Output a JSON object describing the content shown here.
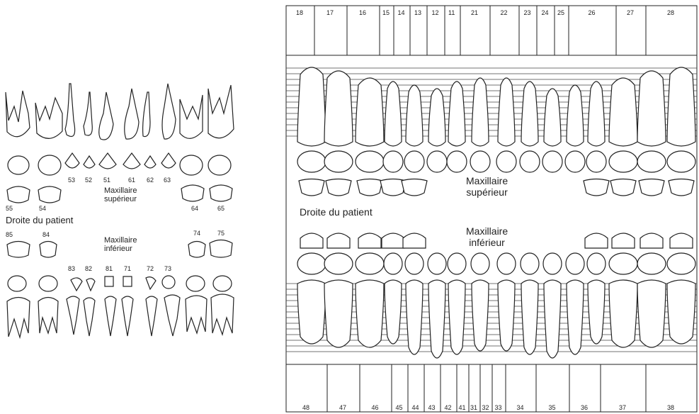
{
  "deciduous": {
    "upper_crown_numbers": [
      "53",
      "52",
      "51",
      "61",
      "62",
      "63"
    ],
    "molar_numbers_upper": [
      "55",
      "54",
      "64",
      "65"
    ],
    "upper_label": [
      "Maxillaire",
      "supérieur"
    ],
    "side_label": "Droite du patient",
    "lower_molar_numbers": [
      "85",
      "84",
      "74",
      "75"
    ],
    "lower_label": [
      "Maxillaire",
      "inférieur"
    ],
    "lower_crown_numbers": [
      "83",
      "82",
      "81",
      "71",
      "72",
      "73"
    ]
  },
  "permanent": {
    "top_numbers": [
      "18",
      "17",
      "16",
      "15",
      "14",
      "13",
      "12",
      "11",
      "21",
      "22",
      "23",
      "24",
      "25",
      "26",
      "27",
      "28"
    ],
    "bottom_numbers": [
      "48",
      "47",
      "46",
      "45",
      "44",
      "43",
      "42",
      "41",
      "31",
      "32",
      "33",
      "34",
      "35",
      "36",
      "37",
      "38"
    ],
    "upper_label": [
      "Maxillaire",
      "supérieur"
    ],
    "side_label": "Droite du patient",
    "lower_label": [
      "Maxillaire",
      "inférieur"
    ]
  }
}
